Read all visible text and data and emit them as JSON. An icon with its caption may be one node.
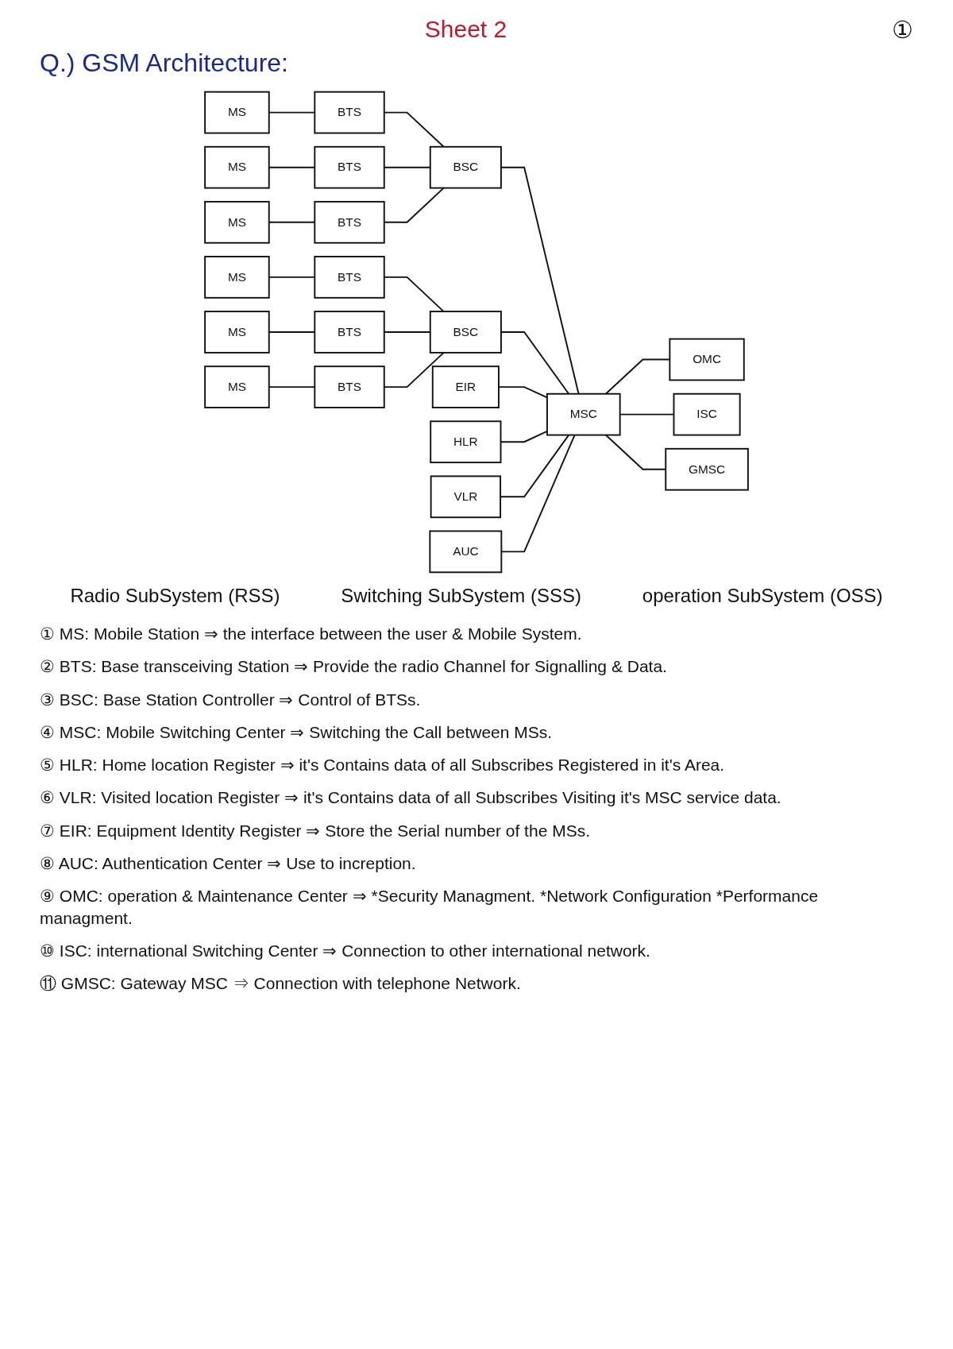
{
  "diagram": {
    "title": "Q.) GSM Architecture:",
    "nodes": [
      {
        "text": [
          "MS"
        ]
      },
      {
        "text": [
          "BTS"
        ]
      },
      {
        "text": [
          "MS"
        ]
      },
      {
        "text": [
          "BTS"
        ]
      },
      {
        "text": [
          "MS"
        ]
      },
      {
        "text": [
          "BTS"
        ]
      },
      {
        "text": [
          "BSC"
        ]
      },
      {
        "text": [
          "MS"
        ]
      },
      {
        "text": [
          "BTS"
        ]
      },
      {
        "text": [
          "MS"
        ]
      },
      {
        "text": [
          "BTS"
        ]
      },
      {
        "text": [
          "MS"
        ]
      },
      {
        "text": [
          "BTS"
        ]
      },
      {
        "text": [
          "BSC"
        ]
      },
      {
        "text": [
          "EIR"
        ]
      },
      {
        "text": [
          "HLR"
        ]
      },
      {
        "text": [
          "VLR"
        ]
      },
      {
        "text": [
          "AUC"
        ]
      },
      {
        "text": [
          "MSC"
        ]
      },
      {
        "text": [
          "OMC"
        ]
      },
      {
        "text": [
          "ISC"
        ]
      },
      {
        "text": [
          "GMSC"
        ]
      }
    ],
    "edges": [
      {
        "from": 0,
        "to": 1,
        "arrow": "none"
      },
      {
        "from": 2,
        "to": 3,
        "arrow": "none"
      },
      {
        "from": 4,
        "to": 5,
        "arrow": "none"
      },
      {
        "from": 1,
        "to": 6,
        "arrow": "none"
      },
      {
        "from": 3,
        "to": 6,
        "arrow": "none"
      },
      {
        "from": 5,
        "to": 6,
        "arrow": "none"
      },
      {
        "from": 7,
        "to": 8,
        "arrow": "none"
      },
      {
        "from": 9,
        "to": 10,
        "arrow": "none"
      },
      {
        "from": 11,
        "to": 12,
        "arrow": "none"
      },
      {
        "from": 8,
        "to": 13,
        "arrow": "none"
      },
      {
        "from": 10,
        "to": 13,
        "arrow": "none"
      },
      {
        "from": 12,
        "to": 13,
        "arrow": "none"
      },
      {
        "from": 6,
        "to": 18,
        "arrow": "none"
      },
      {
        "from": 13,
        "to": 18,
        "arrow": "none"
      },
      {
        "from": 14,
        "to": 18,
        "arrow": "none"
      },
      {
        "from": 15,
        "to": 18,
        "arrow": "none"
      },
      {
        "from": 16,
        "to": 18,
        "arrow": "none"
      },
      {
        "from": 17,
        "to": 18,
        "arrow": "none"
      },
      {
        "from": 18,
        "to": 19,
        "arrow": "none"
      },
      {
        "from": 18,
        "to": 20,
        "arrow": "none"
      },
      {
        "from": 18,
        "to": 21,
        "arrow": "none"
      }
    ],
    "labels": [
      "①",
      "Sheet 2",
      "Radio SubSystem (RSS)",
      "Switching SubSystem (SSS)",
      "operation SubSystem (OSS)",
      "① MS: Mobile Station ⇒ the interface between the user & Mobile System.",
      "② BTS: Base transceiving Station ⇒ Provide the radio Channel for Signalling & Data.",
      "③ BSC: Base Station Controller ⇒ Control of BTSs.",
      "④ MSC: Mobile Switching Center ⇒ Switching the Call between MSs.",
      "⑤ HLR: Home location Register ⇒ it's Contains data of all Subscribes Registered in it's Area.",
      "⑥ VLR: Visited location Register ⇒ it's Contains data of all Subscribes Visiting it's MSC service data.",
      "⑦ EIR: Equipment Identity Register ⇒ Store the Serial number of the MSs.",
      "⑧ AUC: Authentication Center ⇒ Use to increption.",
      "⑨ OMC: operation & Maintenance Center ⇒ *Security Managment. *Network Configuration *Performance managment.",
      "⑩ ISC: international Switching Center ⇒ Connection to other international network.",
      "⑪ GMSC: Gateway MSC ⇒ Connection with telephone Network."
    ]
  }
}
